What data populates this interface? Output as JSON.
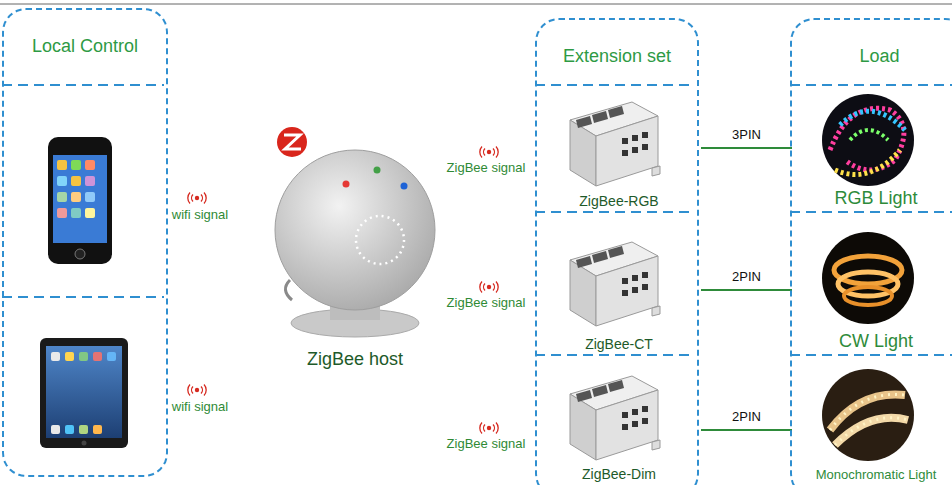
{
  "diagram": {
    "nodes": [
      {
        "text": [
          "Local Control"
        ]
      },
      {
        "text": [
          "Extension set"
        ]
      },
      {
        "text": [
          "ZigBee-RGB"
        ],
        "in": 1
      },
      {
        "text": [
          "ZigBee-CT"
        ],
        "in": 1
      },
      {
        "text": [
          "ZigBee-Dim"
        ],
        "in": 1
      },
      {
        "text": [
          "Load"
        ]
      },
      {
        "text": [
          "RGB Light"
        ],
        "in": 5
      },
      {
        "text": [
          "CW Light"
        ],
        "in": 5
      },
      {
        "text": [
          "Monochromatic Light"
        ],
        "in": 5
      }
    ],
    "edges": [
      {
        "from": 2,
        "to": 6,
        "label": "3PIN",
        "arrow": "none"
      },
      {
        "from": 3,
        "to": 7,
        "label": "2PIN",
        "arrow": "none"
      },
      {
        "from": 4,
        "to": 8,
        "label": "2PIN",
        "arrow": "none"
      }
    ],
    "labels": [
      "wifi signal",
      "wifi signal",
      "ZigBee host",
      "ZigBee signal",
      "ZigBee signal",
      "ZigBee signal"
    ]
  }
}
